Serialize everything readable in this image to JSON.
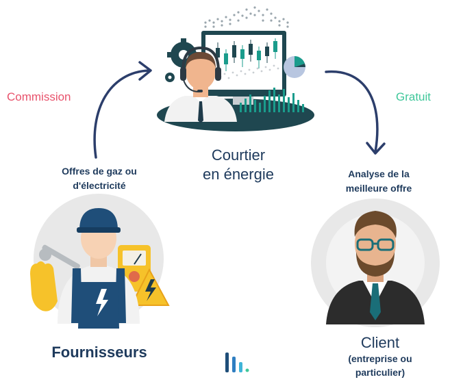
{
  "left_arrow_label": "Commission",
  "right_arrow_label": "Gratuit",
  "suppliers_caption": [
    "Offres de gaz ou",
    "d'électricité"
  ],
  "client_caption": [
    "Analyse de la",
    "meilleure offre"
  ],
  "broker": {
    "title_line1": "Courtier",
    "title_line2": "en énergie"
  },
  "suppliers": {
    "title": "Fournisseurs"
  },
  "client": {
    "title": "Client",
    "subtitle_line1": "(entreprise ou",
    "subtitle_line2": "particulier)"
  },
  "colors": {
    "navy": "#1e3a5c",
    "commission": "#e8526c",
    "gratuit": "#3fc79a",
    "teal": "#1a9c8c",
    "circle": "#e8e8e8"
  }
}
